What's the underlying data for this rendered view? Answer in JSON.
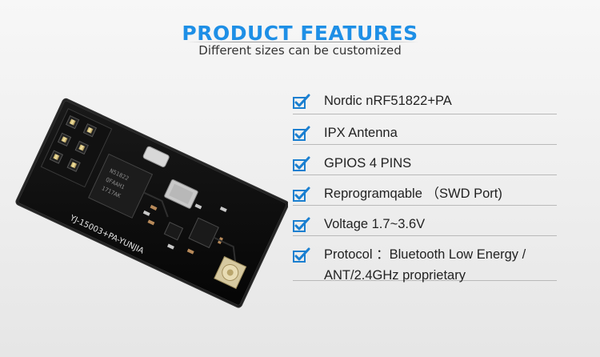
{
  "header": {
    "title": "PRODUCT FEATURES",
    "subtitle": "Different sizes can be customized"
  },
  "board": {
    "silkscreen": "YJ-15003+PA-YUNJIA",
    "chip_marking": [
      "N51822",
      "QFAAH1",
      "1717AK"
    ]
  },
  "features": [
    {
      "icon": "check-icon",
      "label": "Nordic nRF51822+PA"
    },
    {
      "icon": "check-icon",
      "label": "IPX Antenna"
    },
    {
      "icon": "check-icon",
      "label": "GPIOS 4 PINS"
    },
    {
      "icon": "check-icon",
      "label": "Reprogramqable （SWD Port)"
    },
    {
      "icon": "check-icon",
      "label": "Voltage 1.7~3.6V"
    },
    {
      "icon": "check-icon",
      "label": "Protocol ：Bluetooth Low Energy /\nANT/2.4GHz proprietary"
    }
  ],
  "colors": {
    "accent": "#1e8fe6",
    "check": "#1a7fd0",
    "board": "#0b0b0b"
  }
}
